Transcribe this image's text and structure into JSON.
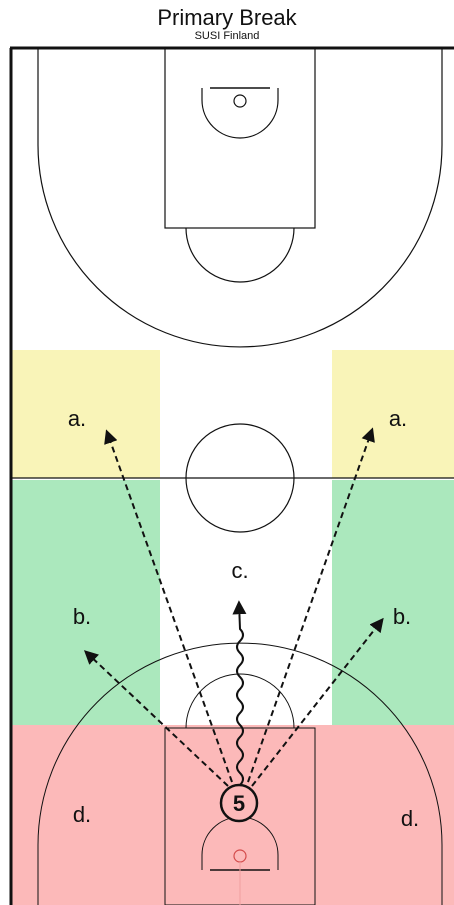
{
  "header": {
    "title": "Primary Break",
    "subtitle": "SUSI Finland"
  },
  "zones": {
    "a_left": "a.",
    "a_right": "a.",
    "b_left": "b.",
    "b_right": "b.",
    "c_center": "c.",
    "d_left": "d.",
    "d_right": "d."
  },
  "player": {
    "number": "5"
  },
  "colors": {
    "zone_a": "#f9f4b8",
    "zone_b": "#abe8bd",
    "zone_d": "#fcb9b9",
    "lines": "#111111",
    "rim": "#d34b4b"
  }
}
